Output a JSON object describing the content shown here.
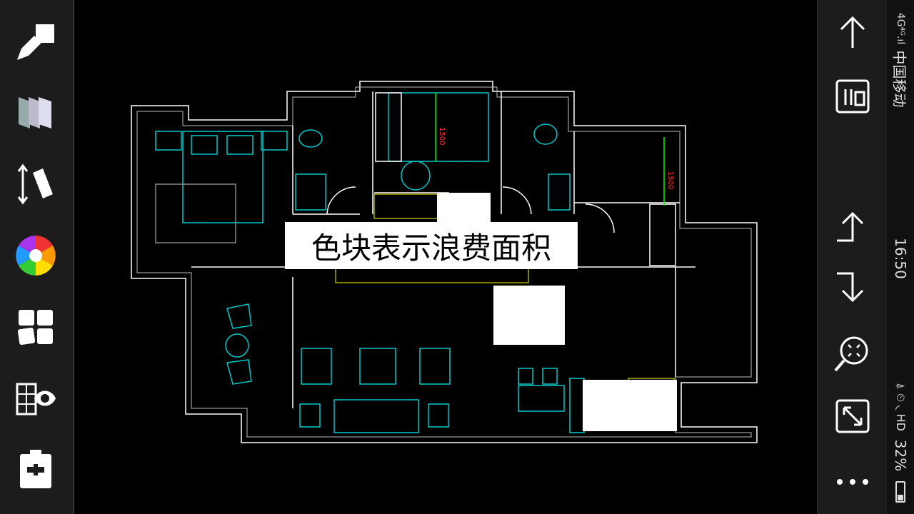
{
  "left_toolbar": {
    "tools": [
      {
        "name": "draw-tool-icon"
      },
      {
        "name": "layers-icon"
      },
      {
        "name": "measure-ruler-icon"
      },
      {
        "name": "color-wheel-icon"
      },
      {
        "name": "blocks-icon"
      },
      {
        "name": "grid-view-icon"
      },
      {
        "name": "toolbox-icon"
      }
    ]
  },
  "canvas": {
    "overlay_label": "色块表示浪费面积",
    "dimension_1": "1500",
    "dimension_2": "1500"
  },
  "right_toolbar": {
    "tools": [
      {
        "name": "arrow-up-icon"
      },
      {
        "name": "layout-panel-icon"
      },
      {
        "name": "undo-icon"
      },
      {
        "name": "redo-icon"
      },
      {
        "name": "zoom-extents-icon"
      },
      {
        "name": "fullscreen-icon"
      },
      {
        "name": "more-icon"
      }
    ]
  },
  "status_bar": {
    "signal": "4G⁴ᴳ.ıl",
    "carrier": "中国移动",
    "time": "16:50",
    "battery": "32%",
    "icons": "⍋ ⏲ ◟ HD"
  },
  "colors": {
    "background": "#000000",
    "toolbar": "#1c1c1c",
    "wall": "#ffffff",
    "furniture": "#00c8c8",
    "dimension": "#00ff00",
    "text_label": "#ffff00"
  }
}
